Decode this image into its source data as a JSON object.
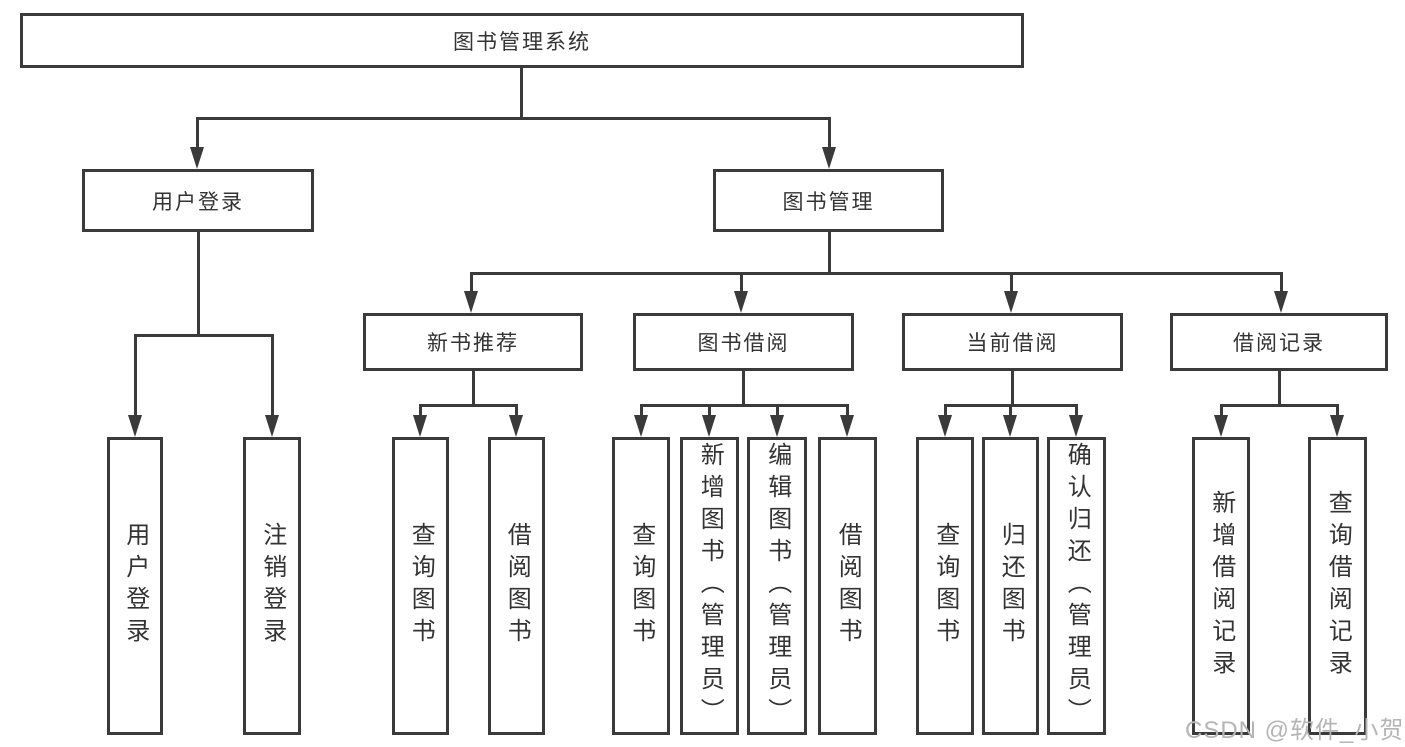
{
  "diagram": {
    "title": "图书管理系统",
    "root": {
      "label": "图书管理系统"
    },
    "level2": [
      {
        "label": "用户登录"
      },
      {
        "label": "图书管理"
      }
    ],
    "level3": [
      {
        "label": "新书推荐",
        "parent": "图书管理"
      },
      {
        "label": "图书借阅",
        "parent": "图书管理"
      },
      {
        "label": "当前借阅",
        "parent": "图书管理"
      },
      {
        "label": "借阅记录",
        "parent": "图书管理"
      }
    ],
    "leaves": [
      {
        "label": "用户登录",
        "parent": "用户登录"
      },
      {
        "label": "注销登录",
        "parent": "用户登录"
      },
      {
        "label": "查询图书",
        "parent": "新书推荐"
      },
      {
        "label": "借阅图书",
        "parent": "新书推荐"
      },
      {
        "label": "查询图书",
        "parent": "图书借阅"
      },
      {
        "label": "新增图书（管理员）",
        "parent": "图书借阅"
      },
      {
        "label": "编辑图书（管理员）",
        "parent": "图书借阅"
      },
      {
        "label": "借阅图书",
        "parent": "图书借阅"
      },
      {
        "label": "查询图书",
        "parent": "当前借阅"
      },
      {
        "label": "归还图书",
        "parent": "当前借阅"
      },
      {
        "label": "确认归还（管理员）",
        "parent": "当前借阅"
      },
      {
        "label": "新增借阅记录",
        "parent": "借阅记录"
      },
      {
        "label": "查询借阅记录",
        "parent": "借阅记录"
      }
    ]
  },
  "watermark": {
    "text": "CSDN @软件_小贺同学"
  },
  "colors": {
    "line": "#3a3a3a",
    "text": "#333333",
    "watermark": "#b5b5b5",
    "background": "#ffffff"
  }
}
